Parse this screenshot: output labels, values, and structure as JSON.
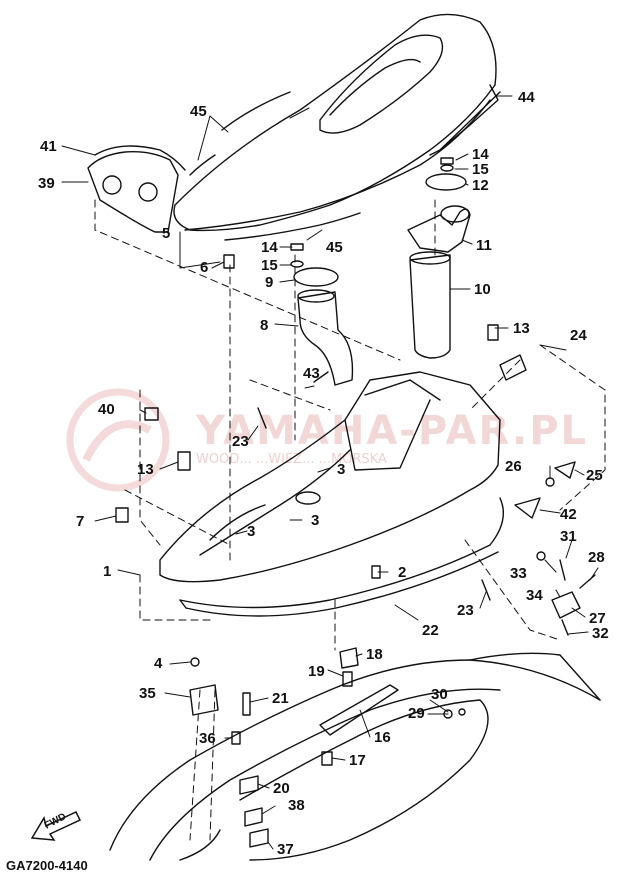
{
  "diagram_code": "GA7200-4140",
  "watermark": {
    "text": "YAMAHA-PAR.PL",
    "subtext": "WOOD... ...WIEZ... ...MORSKA",
    "color": "#e8b8b8"
  },
  "fwd_label": "FWD",
  "part_labels": [
    {
      "id": "p1",
      "text": "1"
    },
    {
      "id": "p2",
      "text": "2"
    },
    {
      "id": "p3a",
      "text": "3"
    },
    {
      "id": "p3b",
      "text": "3"
    },
    {
      "id": "p3c",
      "text": "3"
    },
    {
      "id": "p4",
      "text": "4"
    },
    {
      "id": "p5",
      "text": "5"
    },
    {
      "id": "p6",
      "text": "6"
    },
    {
      "id": "p7",
      "text": "7"
    },
    {
      "id": "p8",
      "text": "8"
    },
    {
      "id": "p9",
      "text": "9"
    },
    {
      "id": "p10",
      "text": "10"
    },
    {
      "id": "p11",
      "text": "11"
    },
    {
      "id": "p12",
      "text": "12"
    },
    {
      "id": "p13a",
      "text": "13"
    },
    {
      "id": "p13b",
      "text": "13"
    },
    {
      "id": "p14a",
      "text": "14"
    },
    {
      "id": "p14b",
      "text": "14"
    },
    {
      "id": "p15a",
      "text": "15"
    },
    {
      "id": "p15b",
      "text": "15"
    },
    {
      "id": "p16",
      "text": "16"
    },
    {
      "id": "p17",
      "text": "17"
    },
    {
      "id": "p18",
      "text": "18"
    },
    {
      "id": "p19",
      "text": "19"
    },
    {
      "id": "p20",
      "text": "20"
    },
    {
      "id": "p21",
      "text": "21"
    },
    {
      "id": "p22",
      "text": "22"
    },
    {
      "id": "p23a",
      "text": "23"
    },
    {
      "id": "p23b",
      "text": "23"
    },
    {
      "id": "p24",
      "text": "24"
    },
    {
      "id": "p25",
      "text": "25"
    },
    {
      "id": "p26",
      "text": "26"
    },
    {
      "id": "p27",
      "text": "27"
    },
    {
      "id": "p28",
      "text": "28"
    },
    {
      "id": "p29",
      "text": "29"
    },
    {
      "id": "p30",
      "text": "30"
    },
    {
      "id": "p31",
      "text": "31"
    },
    {
      "id": "p32",
      "text": "32"
    },
    {
      "id": "p33",
      "text": "33"
    },
    {
      "id": "p34",
      "text": "34"
    },
    {
      "id": "p35",
      "text": "35"
    },
    {
      "id": "p36",
      "text": "36"
    },
    {
      "id": "p37",
      "text": "37"
    },
    {
      "id": "p38",
      "text": "38"
    },
    {
      "id": "p39",
      "text": "39"
    },
    {
      "id": "p40",
      "text": "40"
    },
    {
      "id": "p41",
      "text": "41"
    },
    {
      "id": "p42",
      "text": "42"
    },
    {
      "id": "p43",
      "text": "43"
    },
    {
      "id": "p44",
      "text": "44"
    },
    {
      "id": "p45a",
      "text": "45"
    },
    {
      "id": "p45b",
      "text": "45"
    }
  ]
}
